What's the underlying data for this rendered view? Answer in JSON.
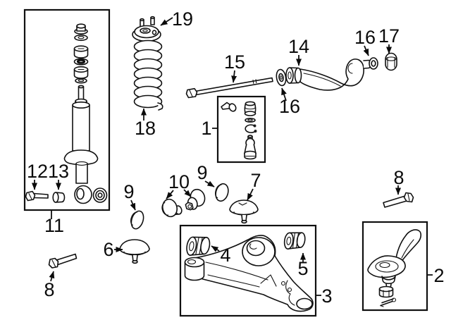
{
  "diagram": {
    "kind": "auto-parts-exploded-diagram",
    "subject": "front-suspension-components",
    "background_color": "#ffffff",
    "line_color": "#101010"
  },
  "callouts": [
    {
      "label": "19",
      "part": "spring-upper-seat"
    },
    {
      "label": "18",
      "part": "coil-spring"
    },
    {
      "label": "15",
      "part": "pivot-bolt"
    },
    {
      "label": "1",
      "part": "ball-joint-service-kit"
    },
    {
      "label": "14",
      "part": "upper-control-arm"
    },
    {
      "label": "16",
      "part": "washer"
    },
    {
      "label": "17",
      "part": "nut"
    },
    {
      "label": "16",
      "part": "washer"
    },
    {
      "label": "12",
      "part": "bolt"
    },
    {
      "label": "13",
      "part": "spacer-sleeve"
    },
    {
      "label": "11",
      "part": "shock-absorber-assembly"
    },
    {
      "label": "9",
      "part": "bushing"
    },
    {
      "label": "10",
      "part": "bushing-set"
    },
    {
      "label": "9",
      "part": "bushing"
    },
    {
      "label": "6",
      "part": "spring-bumper"
    },
    {
      "label": "7",
      "part": "spring-bumper"
    },
    {
      "label": "8",
      "part": "bolt"
    },
    {
      "label": "4",
      "part": "lower-arm-front-bushing"
    },
    {
      "label": "5",
      "part": "lower-arm-rear-bushing"
    },
    {
      "label": "3",
      "part": "lower-control-arm"
    },
    {
      "label": "8",
      "part": "bolt"
    },
    {
      "label": "2",
      "part": "lower-ball-joint"
    }
  ]
}
